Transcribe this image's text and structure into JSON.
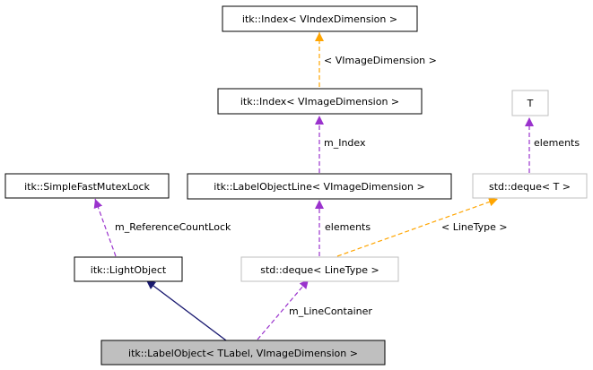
{
  "colors": {
    "node_border": "#000000",
    "external_border": "#bfbfbf",
    "highlight_fill": "#bfbfbf",
    "inheritance": "#191970",
    "usage": "#9a32cd",
    "template": "#ffa500"
  },
  "nodes": {
    "index_vindex": "itk::Index< VIndexDimension >",
    "index_vimage": "itk::Index< VImageDimension >",
    "t": "T",
    "mutex_lock": "itk::SimpleFastMutexLock",
    "label_object_line": "itk::LabelObjectLine< VImageDimension >",
    "deque_t": "std::deque< T >",
    "light_object": "itk::LightObject",
    "deque_linetype": "std::deque< LineType >",
    "label_object": "itk::LabelObject< TLabel, VImageDimension >"
  },
  "edges": {
    "vimage_dimension": "< VImageDimension >",
    "m_index": "m_Index",
    "elements_t": "elements",
    "reference_count_lock": "m_ReferenceCountLock",
    "elements_line": "elements",
    "linetype": "< LineType >",
    "line_container": "m_LineContainer"
  }
}
